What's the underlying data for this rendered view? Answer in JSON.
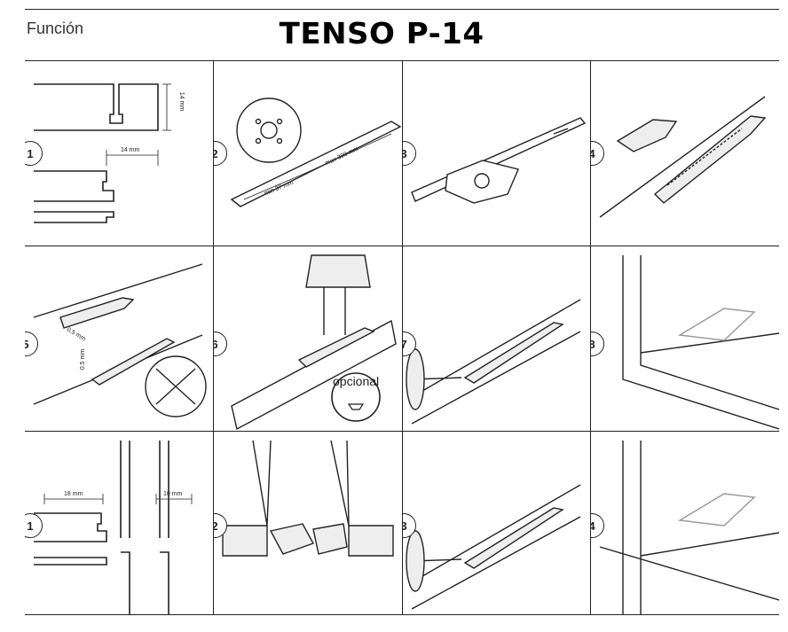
{
  "header": {
    "section": "Función",
    "title": "TENSO P-14"
  },
  "rows": [
    {
      "cells": [
        {
          "step": "1",
          "dims": [
            "14 mm",
            "14 mm"
          ]
        },
        {
          "step": "2",
          "dims": [
            "min 37 mm",
            "max 300 mm"
          ]
        },
        {
          "step": "3",
          "dims": []
        },
        {
          "step": "4",
          "dims": []
        }
      ]
    },
    {
      "cells": [
        {
          "step": "5",
          "dims": [
            "0.5 mm",
            "0.5 mm"
          ]
        },
        {
          "step": "6",
          "dims": [],
          "badge": "opcional"
        },
        {
          "step": "7",
          "dims": []
        },
        {
          "step": "8",
          "dims": []
        }
      ]
    },
    {
      "cells": [
        {
          "step": "1",
          "dims": [
            "18 mm",
            "10 mm"
          ]
        },
        {
          "step": "2",
          "dims": []
        },
        {
          "step": "3",
          "dims": []
        },
        {
          "step": "4",
          "dims": []
        }
      ]
    }
  ]
}
